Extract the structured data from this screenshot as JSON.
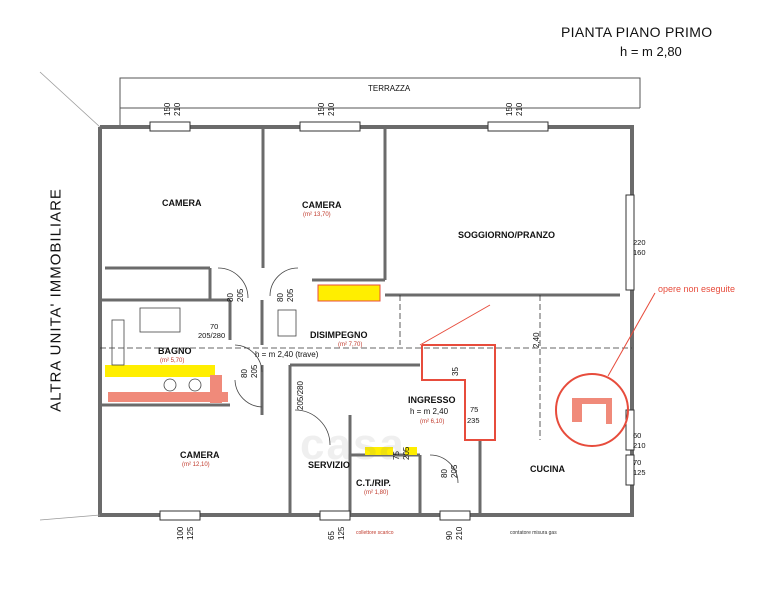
{
  "header": {
    "title": "PIANTA PIANO PRIMO",
    "height": "h = m 2,80"
  },
  "side_label": "ALTRA UNITA' IMMOBILIARE",
  "terrace": "TERRAZZA",
  "rooms": {
    "camera_1": "CAMERA",
    "camera_2": "CAMERA",
    "camera_2_area": "(m² 13,70)",
    "soggiorno": "SOGGIORNO/PRANZO",
    "disimpegno": "DISIMPEGNO",
    "disimpegno_area": "(m² 7,70)",
    "bagno": "BAGNO",
    "bagno_area": "(m² 5,70)",
    "camera_3": "CAMERA",
    "camera_3_area": "(m² 12,10)",
    "servizio": "SERVIZIO",
    "ingresso": "INGRESSO",
    "ingresso_h": "h = m 2,40",
    "ingresso_area": "(m² 6,10)",
    "ct_rip": "C.T./RIP.",
    "ct_area": "(m² 1,80)",
    "cucina": "CUCINA"
  },
  "beam_label": "h = m 2,40 (trave)",
  "note": "opere non eseguite",
  "dims": {
    "w1_a": "150",
    "w1_b": "210",
    "w2_a": "150",
    "w2_b": "210",
    "w3_a": "150",
    "w3_b": "210",
    "right1_a": "220",
    "right1_b": "160",
    "right2_a": "60",
    "right2_b": "210",
    "right3_a": "70",
    "right3_b": "125",
    "door_cam1_a": "80",
    "door_cam1_b": "205",
    "door_cam2_a": "80",
    "door_cam2_b": "205",
    "bagno_door": "70",
    "bagno_door_h": "205/280",
    "door_cam3_a": "80",
    "door_cam3_b": "205",
    "servizio_door": "205/280",
    "ct_door_a": "75",
    "ct_door_b": "205",
    "door_ing_a": "80",
    "door_ing_b": "205",
    "ing_75": "75",
    "ing_235": "235",
    "ing_35": "35",
    "dis_240": "2,40",
    "bot1_a": "100",
    "bot1_b": "125",
    "bot2_a": "65",
    "bot2_b": "125",
    "bot3_a": "90",
    "bot3_b": "210"
  },
  "tiny_notes": {
    "bottom_mid": "collettore scarico",
    "bottom_right": "contatore misura gas"
  },
  "watermark": "casa",
  "colors": {
    "wall": "#6b6b6b",
    "yellow": "#ffee00",
    "red": "#e74c3c",
    "salmon": "#f08a7a"
  }
}
